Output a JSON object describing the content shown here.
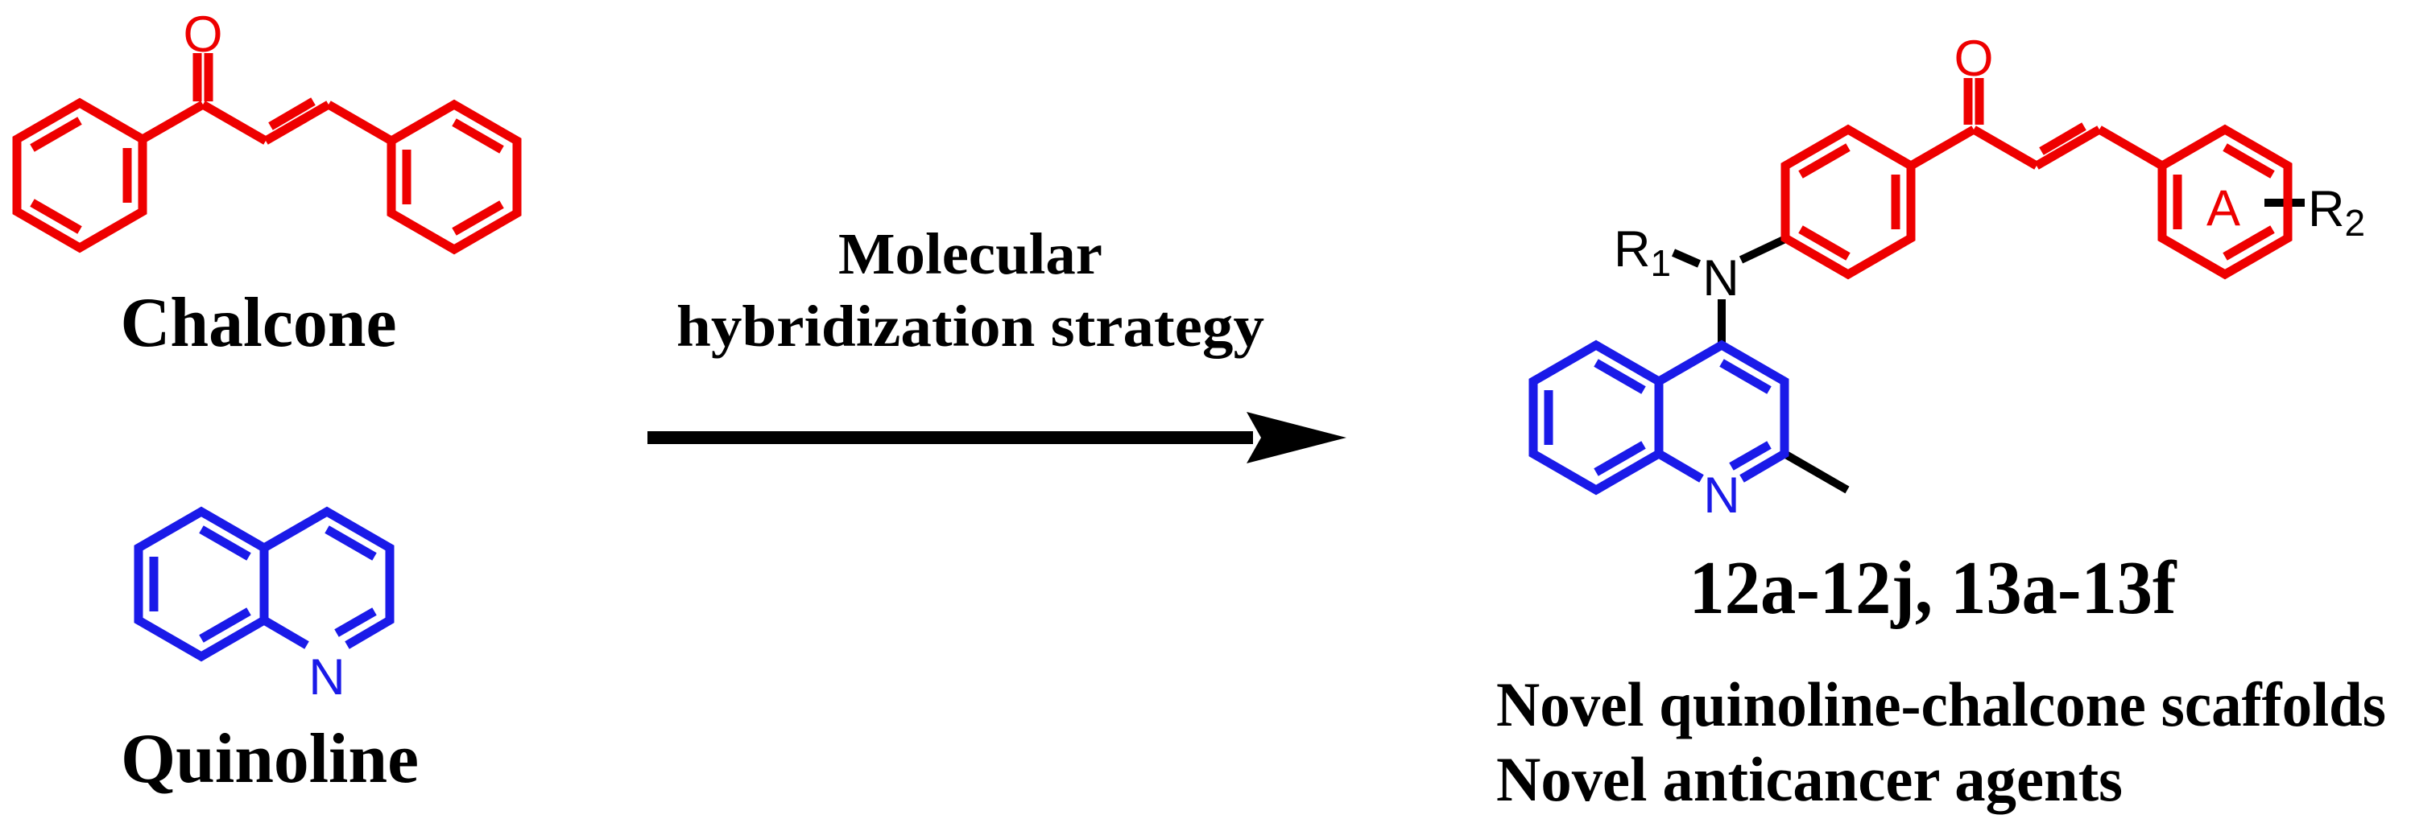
{
  "figure": {
    "background": "#ffffff"
  },
  "colors": {
    "background": "#ffffff",
    "chalcone_red": "#ee0000",
    "quinoline_blue": "#1a1ae8",
    "text_black": "#000000"
  },
  "chalcone": {
    "name": "Chalcone",
    "oxygen_label": "O"
  },
  "quinoline": {
    "name": "Quinoline",
    "nitrogen_label": "N"
  },
  "arrow_caption": {
    "line1": "Molecular",
    "line2": "hybridization strategy"
  },
  "product": {
    "oxygen_label": "O",
    "amine_nitrogen_label": "N",
    "ring_nitrogen_label": "N",
    "r1_base": "R",
    "r1_sub": "1",
    "r2_base": "R",
    "r2_sub": "2",
    "ring_a_label": "A",
    "compound_range": "12a-12j, 13a-13f",
    "caption_line1": "Novel quinoline-chalcone scaffolds",
    "caption_line2": "Novel anticancer agents"
  }
}
